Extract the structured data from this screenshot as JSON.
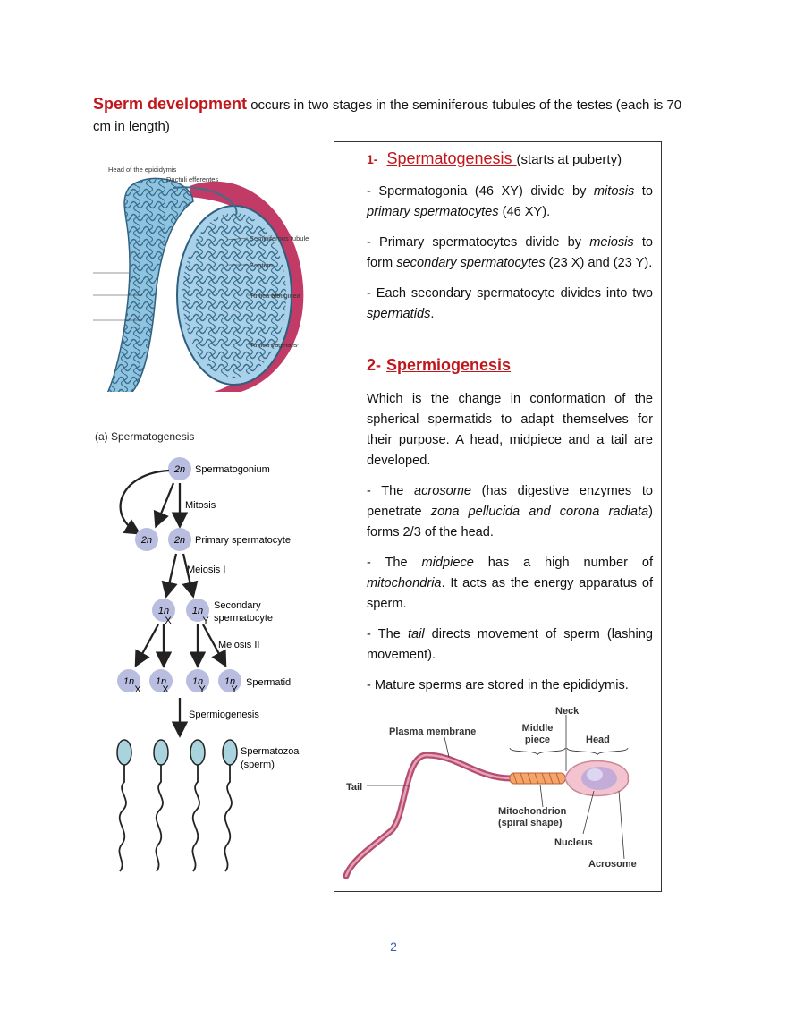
{
  "intro": {
    "highlight": "Sperm development",
    "text": " occurs in two stages in the seminiferous tubules of the testes (each is 70 cm in length)"
  },
  "section1": {
    "number": "1-",
    "title": "Spermatogenesis ",
    "note": "(starts at puberty)",
    "p1": {
      "a": "- Spermatogonia (46 XY) divide by ",
      "b": "mitosis",
      "c": " to ",
      "d": "primary spermatocytes",
      "e": " (46 XY)."
    },
    "p2": {
      "a": "- Primary spermatocytes divide by ",
      "b": "meiosis",
      "c": " to form ",
      "d": "secondary spermatocytes",
      "e": " (23 X) and (23 Y)."
    },
    "p3": {
      "a": " - Each secondary spermatocyte divides into two ",
      "b": "spermatids",
      "c": "."
    }
  },
  "section2": {
    "number": "2-",
    "title": "Spermiogenesis",
    "p1": "Which is the change in conformation of the spherical spermatids to adapt themselves for their purpose. A head, midpiece and a tail are developed.",
    "p2": {
      "a": "- The ",
      "b": "acrosome",
      "c": " (has digestive enzymes to penetrate ",
      "d": "zona pellucida and corona radiata",
      "e": ") forms 2/3 of the head."
    },
    "p3": {
      "a": "- The ",
      "b": "midpiece",
      "c": " has a high number of ",
      "d": "mitochondria",
      "e": ". It acts as the energy apparatus of sperm."
    },
    "p4": {
      "a": "- The ",
      "b": "tail",
      "c": " directs movement of sperm (lashing movement)."
    },
    "p5": "- Mature sperms are stored in the epididymis."
  },
  "testis_diagram": {
    "labels": [
      "Head of the epididymis",
      "Ductuli efferentes",
      "Seminiferous tubule",
      "Septum",
      "Tunica albuginea",
      "Tunica vaginalis"
    ]
  },
  "spermatogenesis_diagram": {
    "title": "(a) Spermatogenesis",
    "spermatogonium": {
      "ploidy": "2n",
      "label": "Spermatogonium"
    },
    "mitosis": "Mitosis",
    "primary": {
      "ploidy": "2n",
      "label": "Primary spermatocyte"
    },
    "meiosis1": "Meiosis I",
    "secondary": {
      "ploidy": "1n",
      "label": "Secondary",
      "label2": "spermatocyte"
    },
    "secondary_marks": [
      "X",
      "Y"
    ],
    "meiosis2": "Meiosis II",
    "spermatid": {
      "ploidy": "1n",
      "label": "Spermatid"
    },
    "spermatid_marks": [
      "X",
      "X",
      "Y",
      "Y"
    ],
    "spermiogenesis": "Spermiogenesis",
    "spermatozoa": "Spermatozoa",
    "sperm": "(sperm)"
  },
  "sperm_diagram": {
    "neck": "Neck",
    "plasma_membrane": "Plasma membrane",
    "middle": "Middle",
    "piece": "piece",
    "head": "Head",
    "tail": "Tail",
    "mitochondrion": "Mitochondrion",
    "spiral_shape": "(spiral shape)",
    "nucleus": "Nucleus",
    "acrosome": "Acrosome"
  },
  "page_number": "2",
  "colors": {
    "heading_red": "#c0171d",
    "page_number_blue": "#3b5fb5",
    "cell_purple": "#b9bde0"
  }
}
